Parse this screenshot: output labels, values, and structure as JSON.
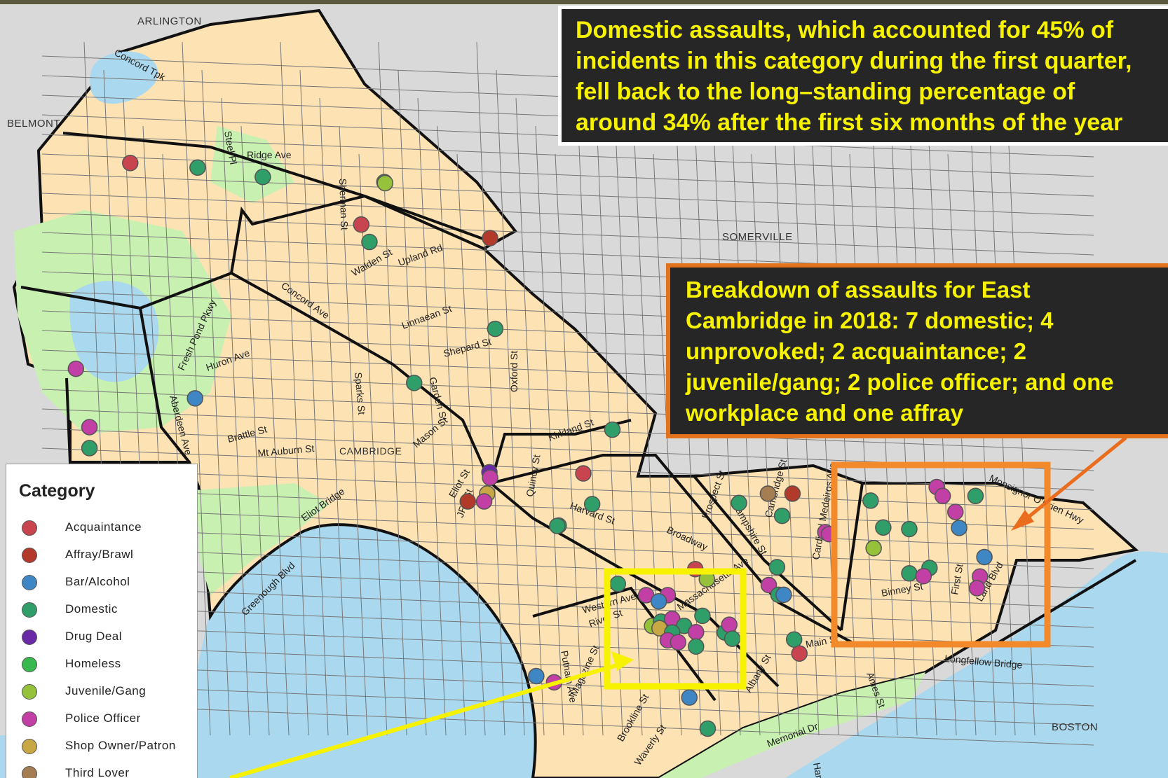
{
  "callouts": {
    "top": [
      "Domestic assaults, which accounted for 45% of",
      "incidents in this category during the first quarter,",
      "fell back to the long–standing percentage of",
      "around 34% after the first six months of the year"
    ],
    "east": [
      "Breakdown of assaults for East",
      "Cambridge in 2018: 7 domestic; 4",
      "unprovoked; 2 acquaintance; 2",
      "juvenile/gang; 2 police officer; and one",
      "workplace and one affray"
    ]
  },
  "places": [
    "ARLINGTON",
    "BELMONT",
    "SOMERVILLE",
    "BOSTON",
    "CAMBRIDGE"
  ],
  "streets": [
    "Concord Tpk",
    "Ridge Ave",
    "Steel Pl",
    "Sherman St",
    "Walden St",
    "Upland Rd",
    "Concord Ave",
    "Fresh Pond Pkwy",
    "Huron Ave",
    "Linnaean St",
    "Shepard St",
    "Oxford St",
    "Garden St",
    "Sparks St",
    "Brattle St",
    "Mt Auburn St",
    "Mason St",
    "Kirkland St",
    "Aberdeen Ave",
    "Eliot Bridge",
    "Greenough Blvd",
    "Quincy St",
    "Harvard St",
    "Broadway",
    "Prospect St",
    "Hampshire St",
    "Cardinal Medeiros Ave",
    "Western Ave",
    "River St",
    "Massachusetts Ave",
    "Main St",
    "Albany St",
    "Brookline St",
    "Waverly St",
    "Memorial Dr",
    "Ames St",
    "Binney St",
    "First St",
    "Land Blvd",
    "Monsignor O'Brien Hwy",
    "Longfellow Bridge",
    "Magazine St",
    "Putnam Ave",
    "JFK St",
    "Eliot St",
    "Cambridge St",
    "Harvard"
  ],
  "legend": {
    "title": "Category",
    "items": [
      {
        "label": "Acquaintance",
        "color": "#c8454f"
      },
      {
        "label": "Affray/Brawl",
        "color": "#b13a2a"
      },
      {
        "label": "Bar/Alcohol",
        "color": "#3f86c5"
      },
      {
        "label": "Domestic",
        "color": "#2f9e68"
      },
      {
        "label": "Drug Deal",
        "color": "#6a2aa8"
      },
      {
        "label": "Homeless",
        "color": "#38b84e"
      },
      {
        "label": "Juvenile/Gang",
        "color": "#95c23a"
      },
      {
        "label": "Police Officer",
        "color": "#c23fa5"
      },
      {
        "label": "Shop Owner/Patron",
        "color": "#c8a845"
      },
      {
        "label": "Third Lover",
        "color": "#a47e52"
      }
    ]
  },
  "colors": {
    "land": "#fde2b4",
    "park": "#c8f0b0",
    "water": "#aad8ef",
    "outside": "#d9d9d9",
    "callout_bg": "#262626",
    "callout_text": "#f6f200",
    "highlight_yellow": "#f6f200",
    "highlight_orange": "#f28a2c",
    "arrow_orange": "#ea6c1d"
  },
  "incidents": [
    {
      "cat": "Acquaintance",
      "lon": 0.1115,
      "lat": 0.2095
    },
    {
      "cat": "Domestic",
      "lon": 0.1692,
      "lat": 0.2154
    },
    {
      "cat": "Domestic",
      "lon": 0.225,
      "lat": 0.2274
    },
    {
      "cat": "Domestic",
      "lon": 0.3291,
      "lat": 0.234
    },
    {
      "cat": "Juvenile/Gang",
      "lon": 0.3297,
      "lat": 0.2354
    },
    {
      "cat": "Acquaintance",
      "lon": 0.3093,
      "lat": 0.2886
    },
    {
      "cat": "Domestic",
      "lon": 0.3163,
      "lat": 0.311
    },
    {
      "cat": "Affray/Brawl",
      "lon": 0.4196,
      "lat": 0.306
    },
    {
      "cat": "Domestic",
      "lon": 0.424,
      "lat": 0.4227
    },
    {
      "cat": "Domestic",
      "lon": 0.3546,
      "lat": 0.4922
    },
    {
      "cat": "Police Officer",
      "lon": 0.065,
      "lat": 0.474
    },
    {
      "cat": "Bar/Alcohol",
      "lon": 0.167,
      "lat": 0.512
    },
    {
      "cat": "Police Officer",
      "lon": 0.0766,
      "lat": 0.549
    },
    {
      "cat": "Domestic",
      "lon": 0.0766,
      "lat": 0.576
    },
    {
      "cat": "Domestic",
      "lon": 0.5243,
      "lat": 0.5523
    },
    {
      "cat": "Drug Deal",
      "lon": 0.419,
      "lat": 0.607
    },
    {
      "cat": "Police Officer",
      "lon": 0.4196,
      "lat": 0.614
    },
    {
      "cat": "Shop Owner/Patron",
      "lon": 0.4171,
      "lat": 0.6345
    },
    {
      "cat": "Affray/Brawl",
      "lon": 0.4005,
      "lat": 0.6445
    },
    {
      "cat": "Police Officer",
      "lon": 0.4145,
      "lat": 0.6445
    },
    {
      "cat": "Acquaintance",
      "lon": 0.4994,
      "lat": 0.6085
    },
    {
      "cat": "Domestic",
      "lon": 0.507,
      "lat": 0.648
    },
    {
      "cat": "Domestic",
      "lon": 0.4783,
      "lat": 0.6755
    },
    {
      "cat": "Domestic",
      "lon": 0.6327,
      "lat": 0.6465
    },
    {
      "cat": "Third Lover",
      "lon": 0.6575,
      "lat": 0.6345
    },
    {
      "cat": "Affray/Brawl",
      "lon": 0.6785,
      "lat": 0.6345
    },
    {
      "cat": "Domestic",
      "lon": 0.6696,
      "lat": 0.663
    },
    {
      "cat": "Police Officer",
      "lon": 0.7066,
      "lat": 0.684
    },
    {
      "cat": "Domestic",
      "lon": 0.529,
      "lat": 0.7505
    },
    {
      "cat": "Police Officer",
      "lon": 0.5532,
      "lat": 0.765
    },
    {
      "cat": "Police Officer",
      "lon": 0.5717,
      "lat": 0.765
    },
    {
      "cat": "Bar/Alcohol",
      "lon": 0.564,
      "lat": 0.773
    },
    {
      "cat": "Acquaintance",
      "lon": 0.5953,
      "lat": 0.7315
    },
    {
      "cat": "Juvenile/Gang",
      "lon": 0.6052,
      "lat": 0.7445
    },
    {
      "cat": "Domestic",
      "lon": 0.6014,
      "lat": 0.7915
    },
    {
      "cat": "Juvenile/Gang",
      "lon": 0.5583,
      "lat": 0.8045
    },
    {
      "cat": "Domestic",
      "lon": 0.566,
      "lat": 0.799
    },
    {
      "cat": "Shop Owner/Patron",
      "lon": 0.5647,
      "lat": 0.8075
    },
    {
      "cat": "Police Officer",
      "lon": 0.5755,
      "lat": 0.7955
    },
    {
      "cat": "Domestic",
      "lon": 0.5857,
      "lat": 0.8045
    },
    {
      "cat": "Domestic",
      "lon": 0.5755,
      "lat": 0.813
    },
    {
      "cat": "Police Officer",
      "lon": 0.5717,
      "lat": 0.823
    },
    {
      "cat": "Police Officer",
      "lon": 0.5806,
      "lat": 0.8255
    },
    {
      "cat": "Police Officer",
      "lon": 0.5959,
      "lat": 0.8125
    },
    {
      "cat": "Domestic",
      "lon": 0.6206,
      "lat": 0.813
    },
    {
      "cat": "Police Officer",
      "lon": 0.6244,
      "lat": 0.803
    },
    {
      "cat": "Domestic",
      "lon": 0.627,
      "lat": 0.821
    },
    {
      "cat": "Domestic",
      "lon": 0.5959,
      "lat": 0.831
    },
    {
      "cat": "Domestic",
      "lon": 0.6653,
      "lat": 0.729
    },
    {
      "cat": "Police Officer",
      "lon": 0.6582,
      "lat": 0.752
    },
    {
      "cat": "Domestic",
      "lon": 0.6665,
      "lat": 0.7645
    },
    {
      "cat": "Bar/Alcohol",
      "lon": 0.671,
      "lat": 0.7645
    },
    {
      "cat": "Domestic",
      "lon": 0.6799,
      "lat": 0.822
    },
    {
      "cat": "Acquaintance",
      "lon": 0.6844,
      "lat": 0.84
    },
    {
      "cat": "Police Officer",
      "lon": 0.7098,
      "lat": 0.6865
    },
    {
      "cat": "Domestic",
      "lon": 0.7454,
      "lat": 0.6435
    },
    {
      "cat": "Police Officer",
      "lon": 0.802,
      "lat": 0.626
    },
    {
      "cat": "Police Officer",
      "lon": 0.8071,
      "lat": 0.6375
    },
    {
      "cat": "Domestic",
      "lon": 0.8352,
      "lat": 0.6375
    },
    {
      "cat": "Police Officer",
      "lon": 0.818,
      "lat": 0.658
    },
    {
      "cat": "Domestic",
      "lon": 0.7562,
      "lat": 0.678
    },
    {
      "cat": "Domestic",
      "lon": 0.7785,
      "lat": 0.68
    },
    {
      "cat": "Juvenile/Gang",
      "lon": 0.748,
      "lat": 0.7045
    },
    {
      "cat": "Bar/Alcohol",
      "lon": 0.8212,
      "lat": 0.6785
    },
    {
      "cat": "Bar/Alcohol",
      "lon": 0.8428,
      "lat": 0.716
    },
    {
      "cat": "Police Officer",
      "lon": 0.839,
      "lat": 0.741
    },
    {
      "cat": "Police Officer",
      "lon": 0.8365,
      "lat": 0.756
    },
    {
      "cat": "Domestic",
      "lon": 0.7785,
      "lat": 0.737
    },
    {
      "cat": "Domestic",
      "lon": 0.7958,
      "lat": 0.73
    },
    {
      "cat": "Police Officer",
      "lon": 0.7907,
      "lat": 0.7405
    },
    {
      "cat": "Bar/Alcohol",
      "lon": 0.4591,
      "lat": 0.869
    },
    {
      "cat": "Police Officer",
      "lon": 0.4744,
      "lat": 0.877
    },
    {
      "cat": "Bar/Alcohol",
      "lon": 0.5902,
      "lat": 0.8965
    },
    {
      "cat": "Domestic",
      "lon": 0.6059,
      "lat": 0.9365
    },
    {
      "cat": "Domestic",
      "lon": 0.4771,
      "lat": 0.676
    }
  ]
}
